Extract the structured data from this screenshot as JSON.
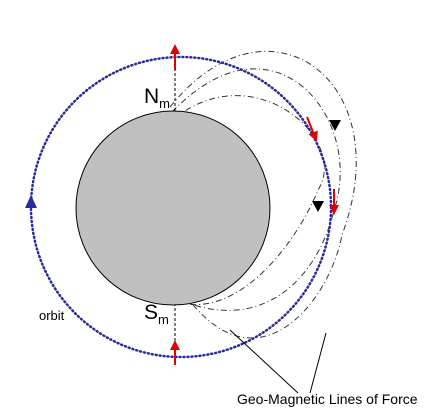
{
  "labels": {
    "north_pole": "N",
    "north_pole_sub": "m",
    "south_pole": "S",
    "south_pole_sub": "m",
    "orbit": "orbit",
    "field_lines": "Geo-Magnetic Lines of Force"
  },
  "colors": {
    "earth_fill": "#c0c0c0",
    "earth_stroke": "#000000",
    "orbit": "#2a2a9a",
    "field_line": "#333333",
    "magnetic_moment_arrow": "#e00000",
    "field_direction_arrow": "#000000",
    "orbit_direction_arrow": "#2a2a9a"
  }
}
